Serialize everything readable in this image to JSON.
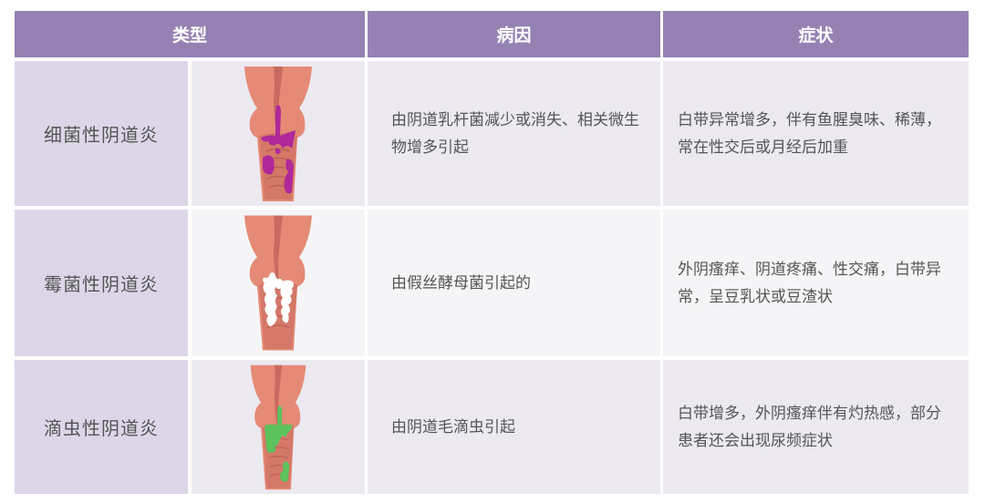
{
  "table": {
    "headers": {
      "type": "类型",
      "cause": "病因",
      "symptoms": "症状"
    },
    "rows": [
      {
        "type": "细菌性阴道炎",
        "illustration": "vaginal-canal-purple-patches-icon",
        "patch_color": "#b0289a",
        "cause": "由阴道乳杆菌减少或消失、相关微生物增多引起",
        "symptoms": "白带异常增多，伴有鱼腥臭味、稀薄，常在性交后或月经后加重"
      },
      {
        "type": "霉菌性阴道炎",
        "illustration": "vaginal-canal-white-discharge-icon",
        "patch_color": "#ffffff",
        "cause": "由假丝酵母菌引起的",
        "symptoms": "外阴瘙痒、阴道疼痛、性交痛，白带异常，呈豆乳状或豆渣状"
      },
      {
        "type": "滴虫性阴道炎",
        "illustration": "vaginal-canal-green-patches-icon",
        "patch_color": "#5cc25c",
        "cause": "由阴道毛滴虫引起",
        "symptoms": "白带增多，外阴瘙痒伴有灼热感，部分患者还会出现尿频症状"
      }
    ]
  },
  "colors": {
    "header_bg": "#9582b3",
    "type_cell_bg": "#dcd6e8",
    "tissue": "#e58a76",
    "tissue_dark": "#c86a62"
  }
}
